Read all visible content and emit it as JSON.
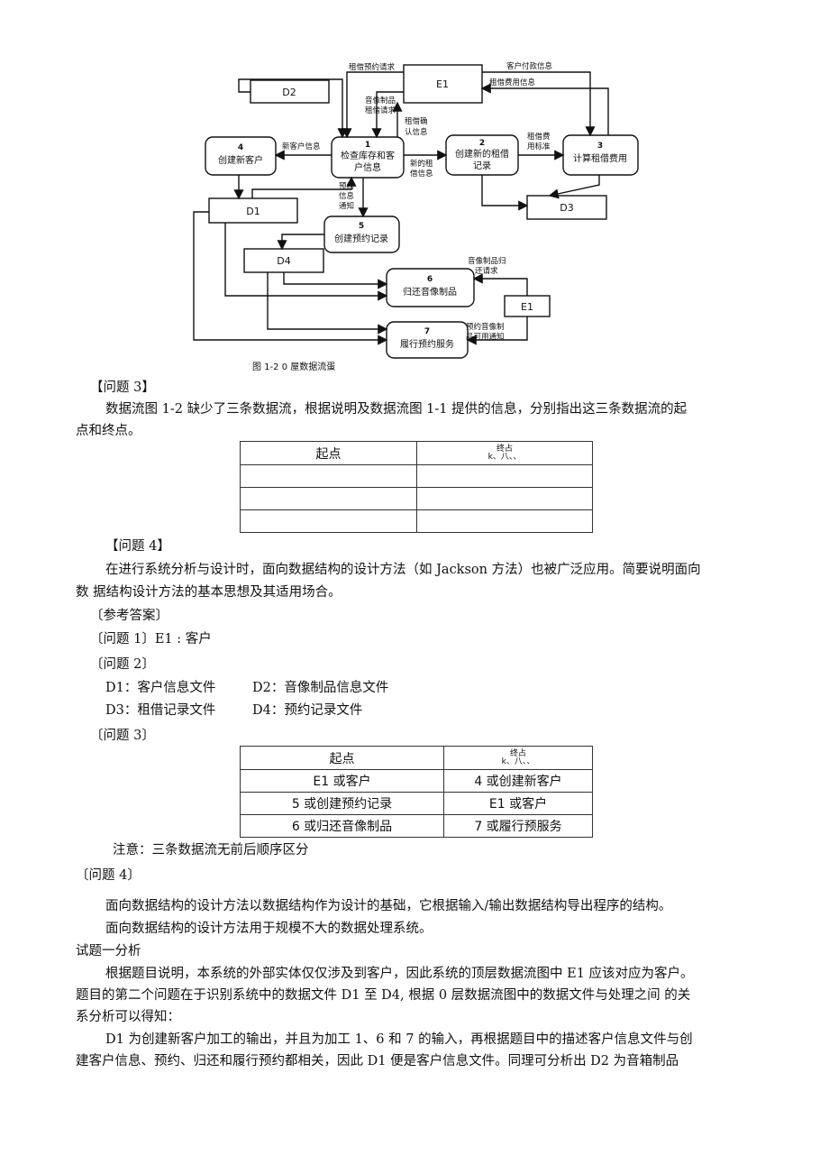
{
  "diagram": {
    "caption": "图 1-2 0 屋数据流蛋",
    "entities": {
      "e1_top": "E1",
      "e1_bottom": "E1"
    },
    "stores": {
      "d1": "D1",
      "d2": "D2",
      "d3": "D3",
      "d4": "D4"
    },
    "processes": [
      {
        "num": "1",
        "line1": "检查库存和客",
        "line2": "户信息"
      },
      {
        "num": "2",
        "line1": "创建新的租借",
        "line2": "记录"
      },
      {
        "num": "3",
        "line1": "计算租借费用",
        "line2": ""
      },
      {
        "num": "4",
        "line1": "创建新客户",
        "line2": ""
      },
      {
        "num": "5",
        "line1": "创建预约记录",
        "line2": ""
      },
      {
        "num": "6",
        "line1": "归还音像制品",
        "line2": ""
      },
      {
        "num": "7",
        "line1": "履行预约服务",
        "line2": ""
      }
    ],
    "flows": {
      "reserve_request": "租借预约请求",
      "customer_payment": "客户付款信息",
      "rental_fee": "租借费用信息",
      "media_rental_l1": "音像制品",
      "media_rental_l2": "租借请求",
      "rental_confirm_l1": "租借确",
      "rental_confirm_l2": "认信息",
      "new_customer": "新客户信息",
      "new_rental_l1": "新的租",
      "new_rental_l2": "借信息",
      "fee_std_l1": "租借费",
      "fee_std_l2": "用标准",
      "reserve_notice_l1": "预约",
      "reserve_notice_l2": "信息",
      "reserve_notice_l3": "通知",
      "return_req_l1": "音像制品归",
      "return_req_l2": "还请求",
      "available_l1": "预约音像制",
      "available_l2": "品可用通知"
    }
  },
  "q3": {
    "title": "【问题 3】",
    "body_l1": "数据流图 1-2 缺少了三条数据流，根据说明及数据流图 1-1 提供的信息，分别指出这三条数据流的起",
    "body_l2": "点和终点。",
    "col_start": "起点",
    "col_end_l1": "终占",
    "col_end_l2": "k、八、、"
  },
  "q4": {
    "title": "【问题 4】",
    "body_l1": "在进行系统分析与设计时，面向数据结构的设计方法（如 Jackson 方法）也被广泛应用。简要说明面向",
    "body_l2": "数  据结构设计方法的基本思想及其适用场合。"
  },
  "answers": {
    "heading": "〔参考答案〕",
    "a1": "〔问题 1〕E1 : 客户",
    "a2_title": "〔问题 2〕",
    "d1": "D1：客户信息文件",
    "d2": "D2：音像制品信息文件",
    "d3": "D3：租借记录文件",
    "d4": "D4：预约记录文件",
    "a3_title": "〔问题 3〕",
    "table_start": "起点",
    "table_end_l1": "终占",
    "table_end_l2": "k、八、、",
    "rows": [
      {
        "start": "E1 或客户",
        "end": "4 或创建新客户"
      },
      {
        "start": "5 或创建预约记录",
        "end": "E1 或客户"
      },
      {
        "start": "6 或归还音像制品",
        "end": "7 或履行预服务"
      }
    ],
    "note": "注意：三条数据流无前后顺序区分",
    "a4_title": "〔问题 4〕",
    "a4_l1": "面向数据结构的设计方法以数据结构作为设计的基础，它根据输入/输出数据结构导出程序的结构。",
    "a4_l2": "面向数据结构的设计方法用于规模不大的数据处理系统。"
  },
  "analysis": {
    "title": "试题一分析",
    "p1_l1": "根据题目说明，本系统的外部实体仅仅涉及到客户，因此系统的顶层数据流图中 E1 应该对应为客户。",
    "p1_l2": "题目的第二个问题在于识别系统中的数据文件 D1 至 D4, 根据 0 层数据流图中的数据文件与处理之间  的关",
    "p1_l3": "系分析可以得知：",
    "p2_l1": "D1 为创建新客户加工的输出，并且为加工 1、6 和 7 的输入，再根据题目中的描述客户信息文件与创",
    "p2_l2": "建客户信息、预约、归还和履行预约都相关，因此 D1 便是客户信息文件。同理可分析出 D2 为音箱制品"
  }
}
